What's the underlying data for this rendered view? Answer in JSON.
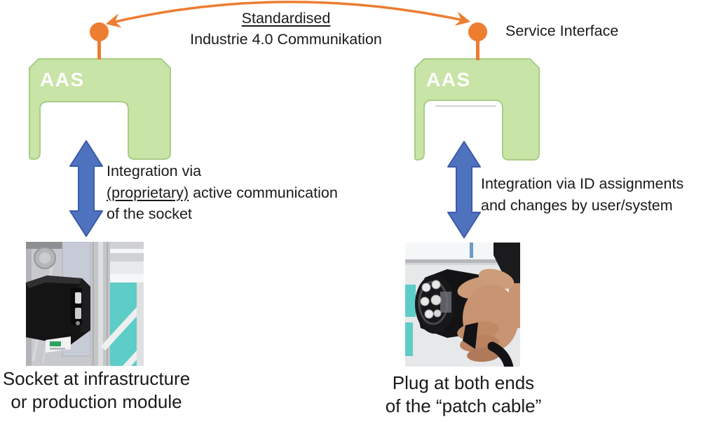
{
  "top": {
    "title_line1": "Standardised",
    "title_line2": "Industrie 4.0 Communikation",
    "service_interface_label": "Service Interface"
  },
  "left_assembly": {
    "aas_label": "AAS",
    "integration_line1": "Integration via",
    "integration_line2_underlined": "(proprietary)",
    "integration_line2_rest": " active communication",
    "integration_line3": "of the socket",
    "caption_line1": "Socket at infrastructure",
    "caption_line2": "or production module"
  },
  "right_assembly": {
    "aas_label": "AAS",
    "integration_line1": "Integration via ID assignments",
    "integration_line2": "and changes by user/system",
    "caption_line1": "Plug at both ends",
    "caption_line2": "of the “patch cable”"
  },
  "colors": {
    "aas_green_fill": "#c8e4a6",
    "aas_green_border": "#a9cd86",
    "interface_orange": "#ed7d31",
    "arrow_blue_fill": "#4f72be",
    "arrow_blue_border": "#3b5ca8",
    "text_black": "#1a1a1a",
    "photo_teal_panel": "#5eccc7"
  }
}
